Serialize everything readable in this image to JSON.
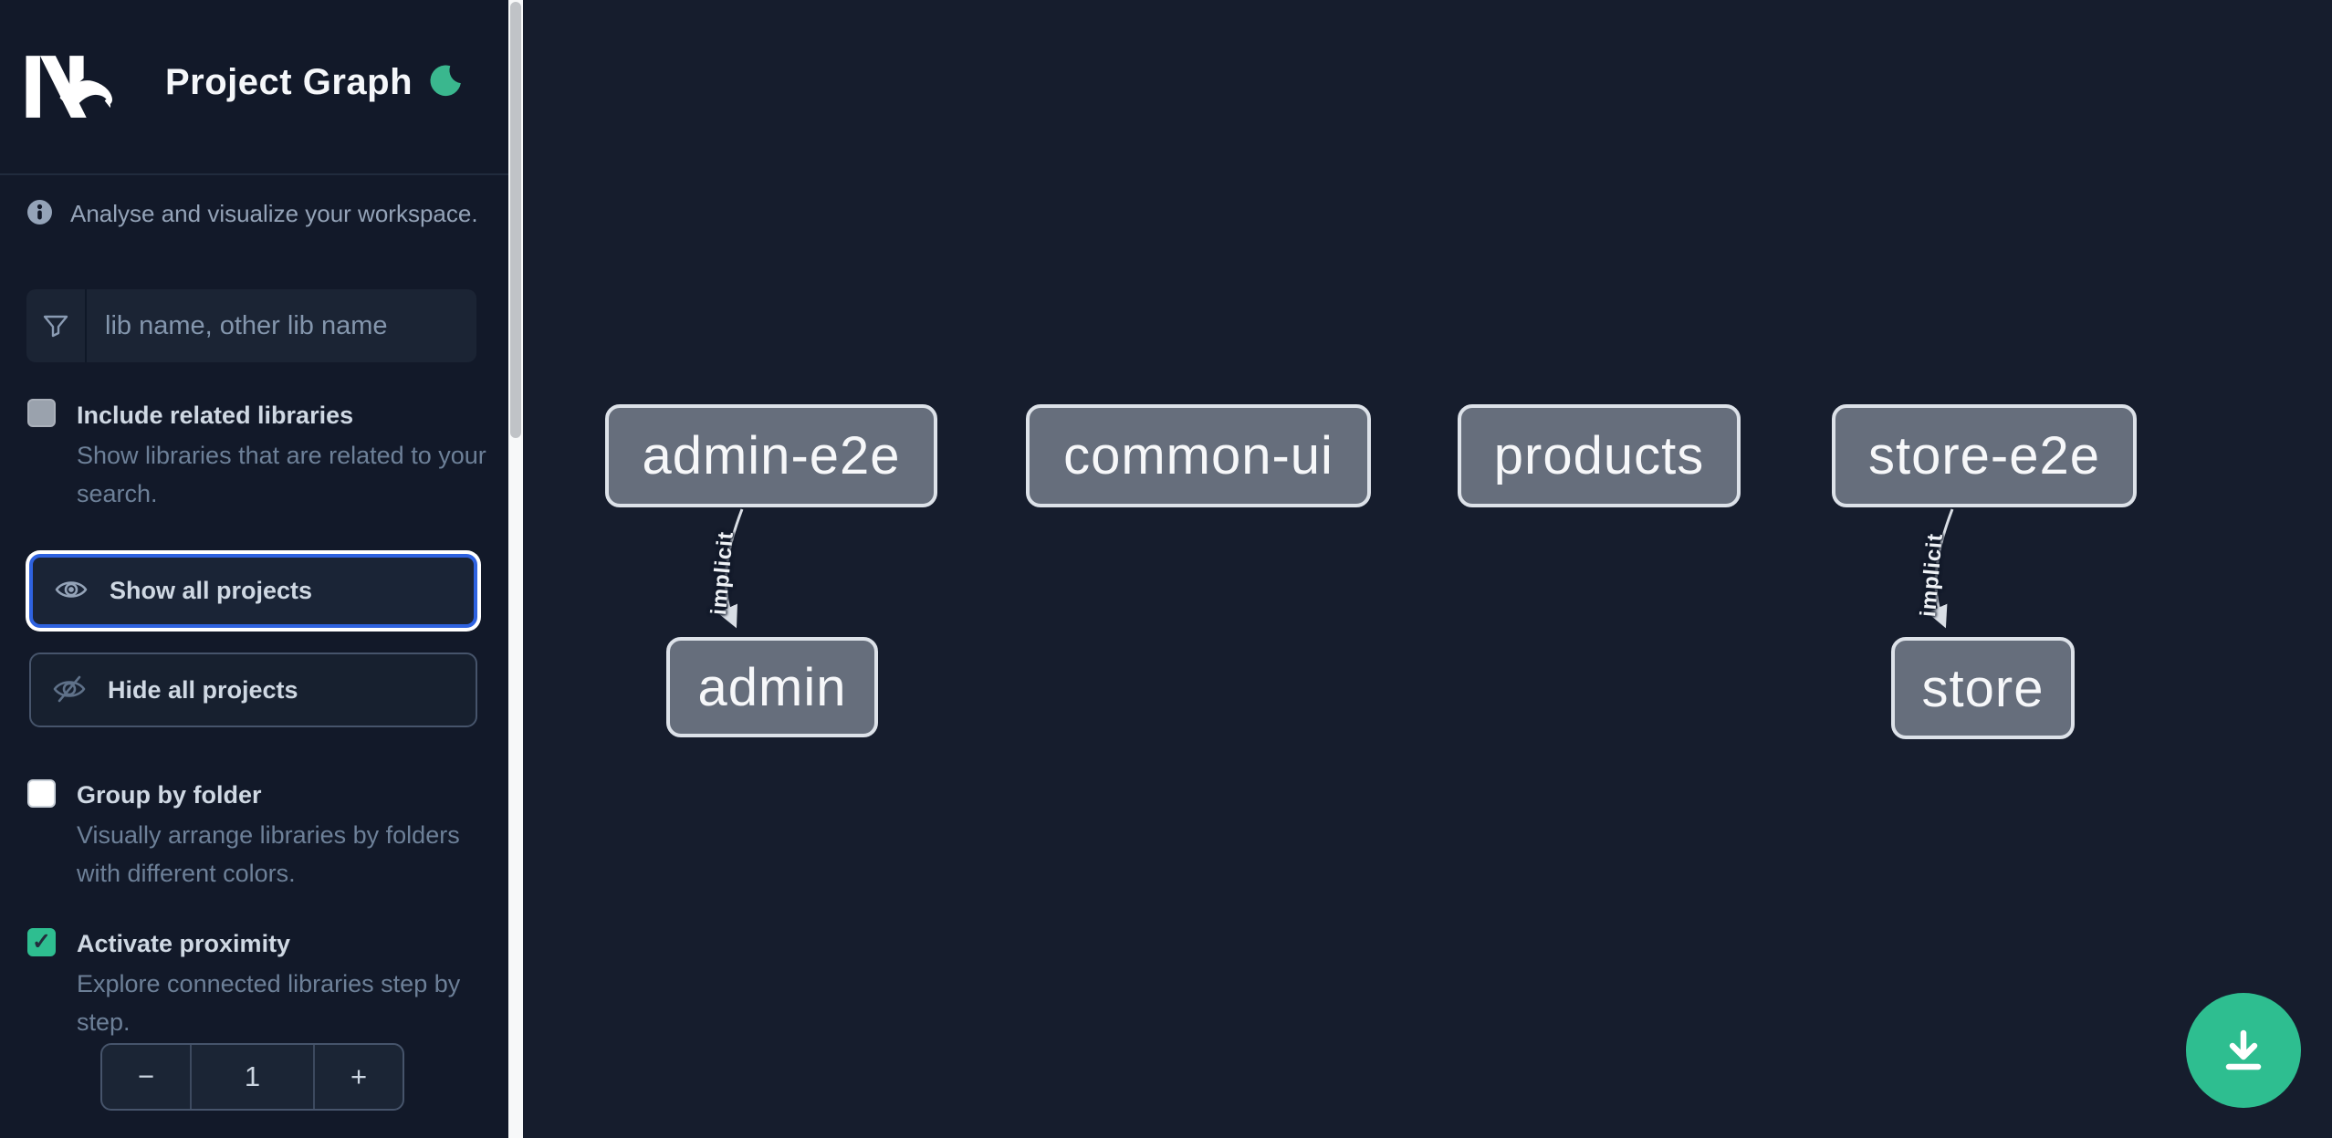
{
  "header": {
    "app_name": "Nx",
    "title": "Project Graph"
  },
  "info": {
    "text": "Analyse and visualize your workspace."
  },
  "search": {
    "placeholder": "lib name, other lib name",
    "value": ""
  },
  "options": [
    {
      "label": "Include related libraries",
      "description": "Show libraries that are related to your search.",
      "checked": false
    },
    {
      "label": "Group by folder",
      "description": "Visually arrange libraries by folders with different colors.",
      "checked": false
    },
    {
      "label": "Activate proximity",
      "description": "Explore connected libraries step by step.",
      "checked": true
    }
  ],
  "actions": {
    "show_all": "Show all projects",
    "hide_all": "Hide all projects"
  },
  "stepper": {
    "decrement": "−",
    "value": "1",
    "increment": "+"
  },
  "graph": {
    "nodes": [
      {
        "label": "admin-e2e"
      },
      {
        "label": "common-ui"
      },
      {
        "label": "products"
      },
      {
        "label": "store-e2e"
      },
      {
        "label": "admin"
      },
      {
        "label": "store"
      }
    ],
    "edges": [
      {
        "source": "admin-e2e",
        "target": "admin",
        "label": "implicit"
      },
      {
        "source": "store-e2e",
        "target": "store",
        "label": "implicit"
      }
    ]
  },
  "colors": {
    "accent_green": "#2ebe90",
    "focus_blue": "#2e62e0",
    "node_fill": "#666e7c",
    "node_border": "#dde2e9",
    "sidebar_bg": "#121929",
    "canvas_bg": "#161d2d"
  }
}
